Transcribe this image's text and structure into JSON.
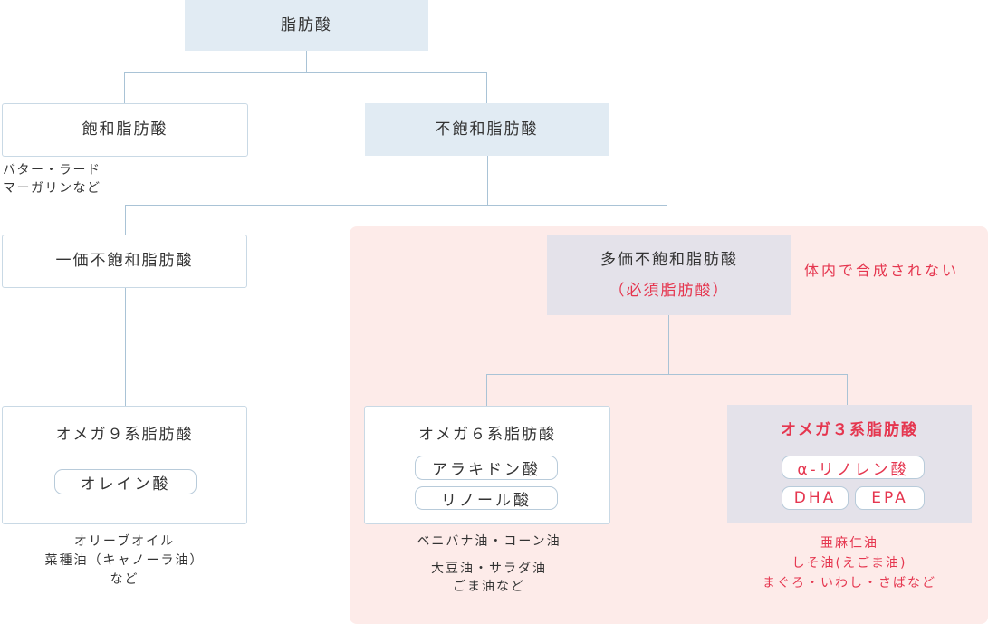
{
  "root": {
    "label": "脂肪酸"
  },
  "saturated": {
    "label": "飽和脂肪酸",
    "examples": [
      "バター・ラード",
      "マーガリンなど"
    ]
  },
  "unsaturated": {
    "label": "不飽和脂肪酸"
  },
  "monounsaturated": {
    "label": "一価不飽和脂肪酸"
  },
  "polyunsaturated": {
    "label": "多価不飽和脂肪酸",
    "sublabel": "（必須脂肪酸）",
    "note": "体内で合成されない"
  },
  "omega9": {
    "label": "オメガ９系脂肪酸",
    "acids": [
      "オレイン酸"
    ],
    "sources": [
      "オリーブオイル",
      "菜種油（キャノーラ油）",
      "など"
    ]
  },
  "omega6": {
    "label": "オメガ６系脂肪酸",
    "acids": [
      "アラキドン酸",
      "リノール酸"
    ],
    "sources": [
      "ベニバナ油・コーン油",
      "大豆油・サラダ油",
      "ごま油など"
    ]
  },
  "omega3": {
    "label": "オメガ３系脂肪酸",
    "acids": [
      "α-リノレン酸",
      "DHA",
      "EPA"
    ],
    "sources": [
      "亜麻仁油",
      "しそ油(えごま油)",
      "まぐろ・いわし・さばなど"
    ]
  },
  "colors": {
    "accent_red": "#e5364f",
    "connector": "#a9c3d6",
    "blue_box": "#e1ebf3",
    "grey_box": "#e4e2ea",
    "pink_panel": "#fdebe9"
  }
}
